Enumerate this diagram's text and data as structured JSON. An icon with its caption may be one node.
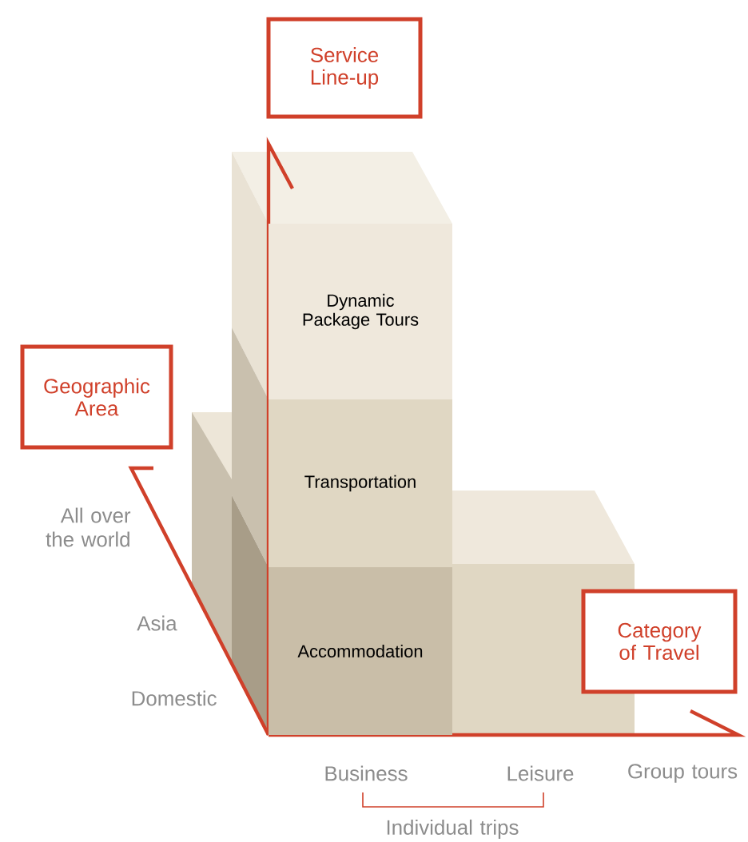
{
  "diagram": {
    "nodes": [
      {
        "text": [
          "Service Line-up"
        ]
      },
      {
        "text": [
          "Geographic Area"
        ]
      },
      {
        "text": [
          "Dynamic Package Tours"
        ]
      },
      {
        "text": [
          "Transportation"
        ]
      },
      {
        "text": [
          "Accommodation"
        ]
      },
      {
        "text": [
          "Category of Travel"
        ]
      }
    ],
    "edges": [],
    "labels": [
      "All over the world",
      "Asia",
      "Domestic",
      "Business",
      "Leisure",
      "Group tours",
      "Individual trips"
    ]
  }
}
